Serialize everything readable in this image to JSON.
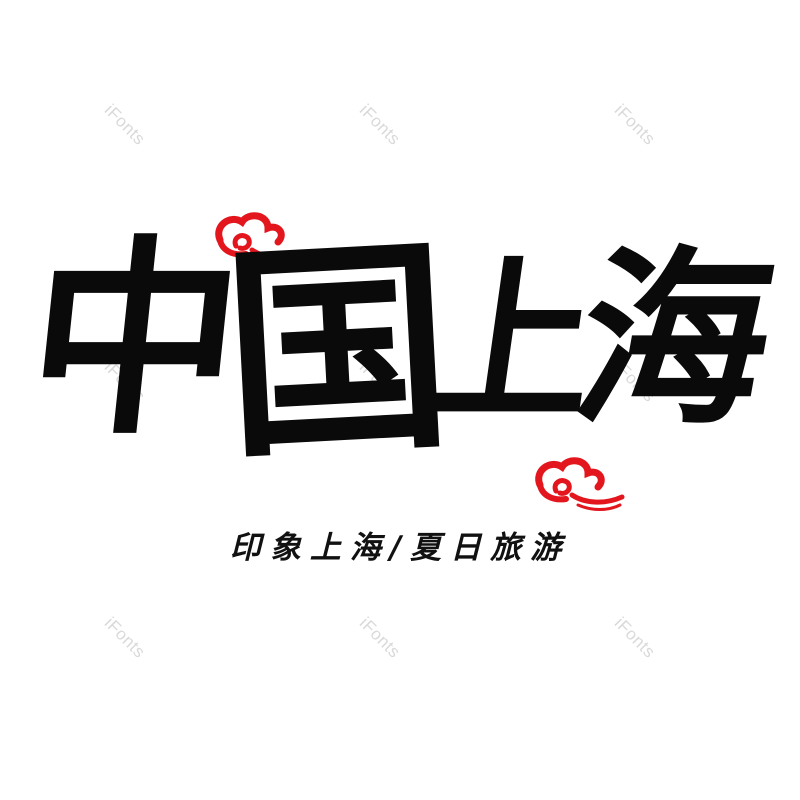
{
  "watermark": "iFonts",
  "title": {
    "chars": [
      "中",
      "国",
      "上",
      "海"
    ]
  },
  "subtitle": "印象上海/夏日旅游",
  "colors": {
    "ink": "#0a0a0a",
    "cloud_red": "#e3161d",
    "watermark": "#d9d9d9",
    "background": "#ffffff"
  },
  "icons": [
    "auspicious-cloud-icon",
    "auspicious-cloud-icon"
  ]
}
